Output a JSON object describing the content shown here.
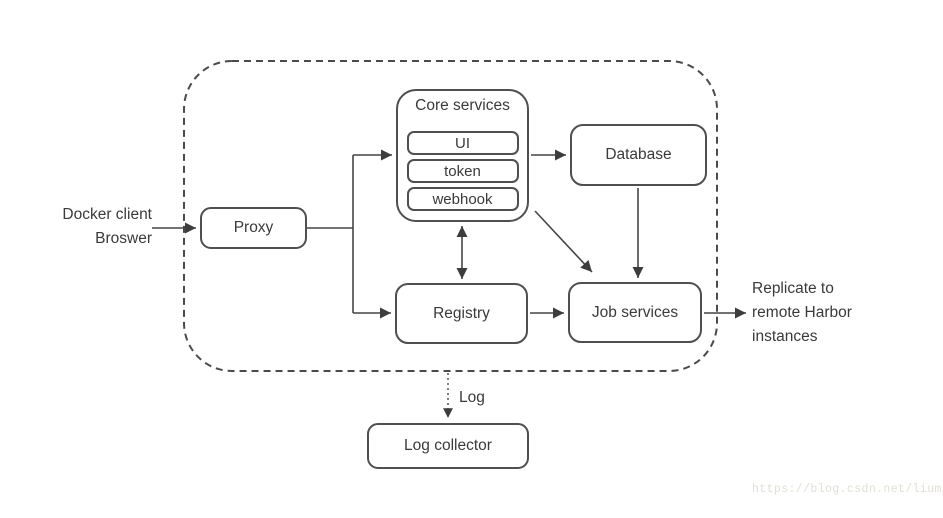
{
  "diagram": {
    "external": {
      "client_line1": "Docker client",
      "client_line2": "Broswer"
    },
    "nodes": {
      "proxy": "Proxy",
      "core_services": "Core services",
      "ui": "UI",
      "token": "token",
      "webhook": "webhook",
      "database": "Database",
      "registry": "Registry",
      "job_services": "Job services",
      "log_collector": "Log collector"
    },
    "annotations": {
      "replicate_line1": "Replicate to",
      "replicate_line2": "remote Harbor",
      "replicate_line3": "instances",
      "log": "Log"
    },
    "watermark": "https://blog.csdn.net/liumia",
    "colors": {
      "background": "#ffffff",
      "line": "#454545",
      "box_border": "#4f4f4f",
      "text": "#3a3a3a",
      "watermark_text": "#e2dfd6"
    }
  }
}
